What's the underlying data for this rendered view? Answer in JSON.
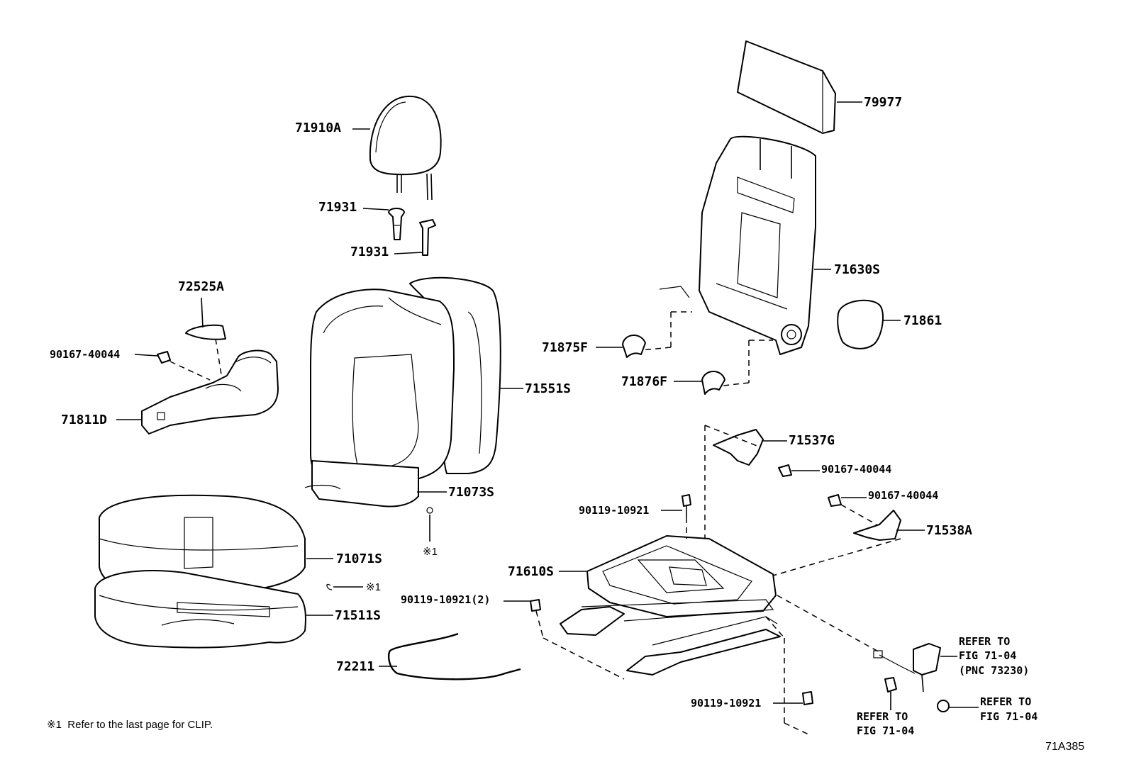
{
  "diagram_id": "71A385",
  "footnote": {
    "mark": "※1",
    "text": "Refer to the last page for CLIP."
  },
  "callouts": [
    {
      "id": "p-71910a",
      "text": "71910A"
    },
    {
      "id": "p-71931-a",
      "text": "71931"
    },
    {
      "id": "p-71931-b",
      "text": "71931"
    },
    {
      "id": "p-72525a",
      "text": "72525A"
    },
    {
      "id": "p-90167-40044-a",
      "text": "90167-40044"
    },
    {
      "id": "p-71811d",
      "text": "71811D"
    },
    {
      "id": "p-71551s",
      "text": "71551S"
    },
    {
      "id": "p-71073s",
      "text": "71073S"
    },
    {
      "id": "p-mark1-a",
      "text": "※1"
    },
    {
      "id": "p-71071s",
      "text": "71071S"
    },
    {
      "id": "p-mark1-b",
      "text": "※1"
    },
    {
      "id": "p-71511s",
      "text": "71511S"
    },
    {
      "id": "p-72211",
      "text": "72211"
    },
    {
      "id": "p-79977",
      "text": "79977"
    },
    {
      "id": "p-71630s",
      "text": "71630S"
    },
    {
      "id": "p-71861",
      "text": "71861"
    },
    {
      "id": "p-71875f",
      "text": "71875F"
    },
    {
      "id": "p-71876f",
      "text": "71876F"
    },
    {
      "id": "p-71537g",
      "text": "71537G"
    },
    {
      "id": "p-90167-40044-b",
      "text": "90167-40044"
    },
    {
      "id": "p-90167-40044-c",
      "text": "90167-40044"
    },
    {
      "id": "p-90119-10921-a",
      "text": "90119-10921"
    },
    {
      "id": "p-71538a",
      "text": "71538A"
    },
    {
      "id": "p-71610s",
      "text": "71610S"
    },
    {
      "id": "p-90119-10921-2",
      "text": "90119-10921(2)"
    },
    {
      "id": "p-90119-10921-b",
      "text": "90119-10921"
    }
  ],
  "refer_blocks": [
    {
      "id": "ref-a",
      "lines": [
        "REFER TO",
        "FIG 71-04",
        "(PNC 73230)"
      ]
    },
    {
      "id": "ref-b",
      "lines": [
        "REFER TO",
        "FIG 71-04"
      ]
    },
    {
      "id": "ref-c",
      "lines": [
        "REFER TO",
        "FIG 71-04"
      ]
    }
  ]
}
